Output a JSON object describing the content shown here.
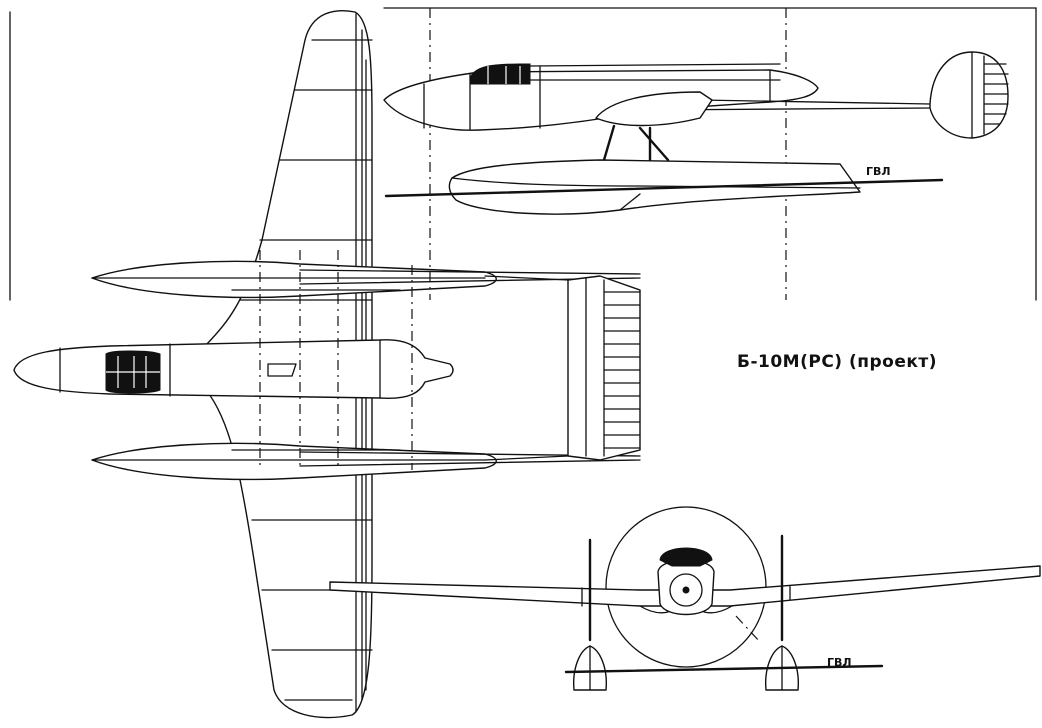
{
  "drawing": {
    "title": "Б-10М(РС) (проект)",
    "waterline_label_side": "ГВЛ",
    "waterline_label_front": "ГВЛ"
  }
}
